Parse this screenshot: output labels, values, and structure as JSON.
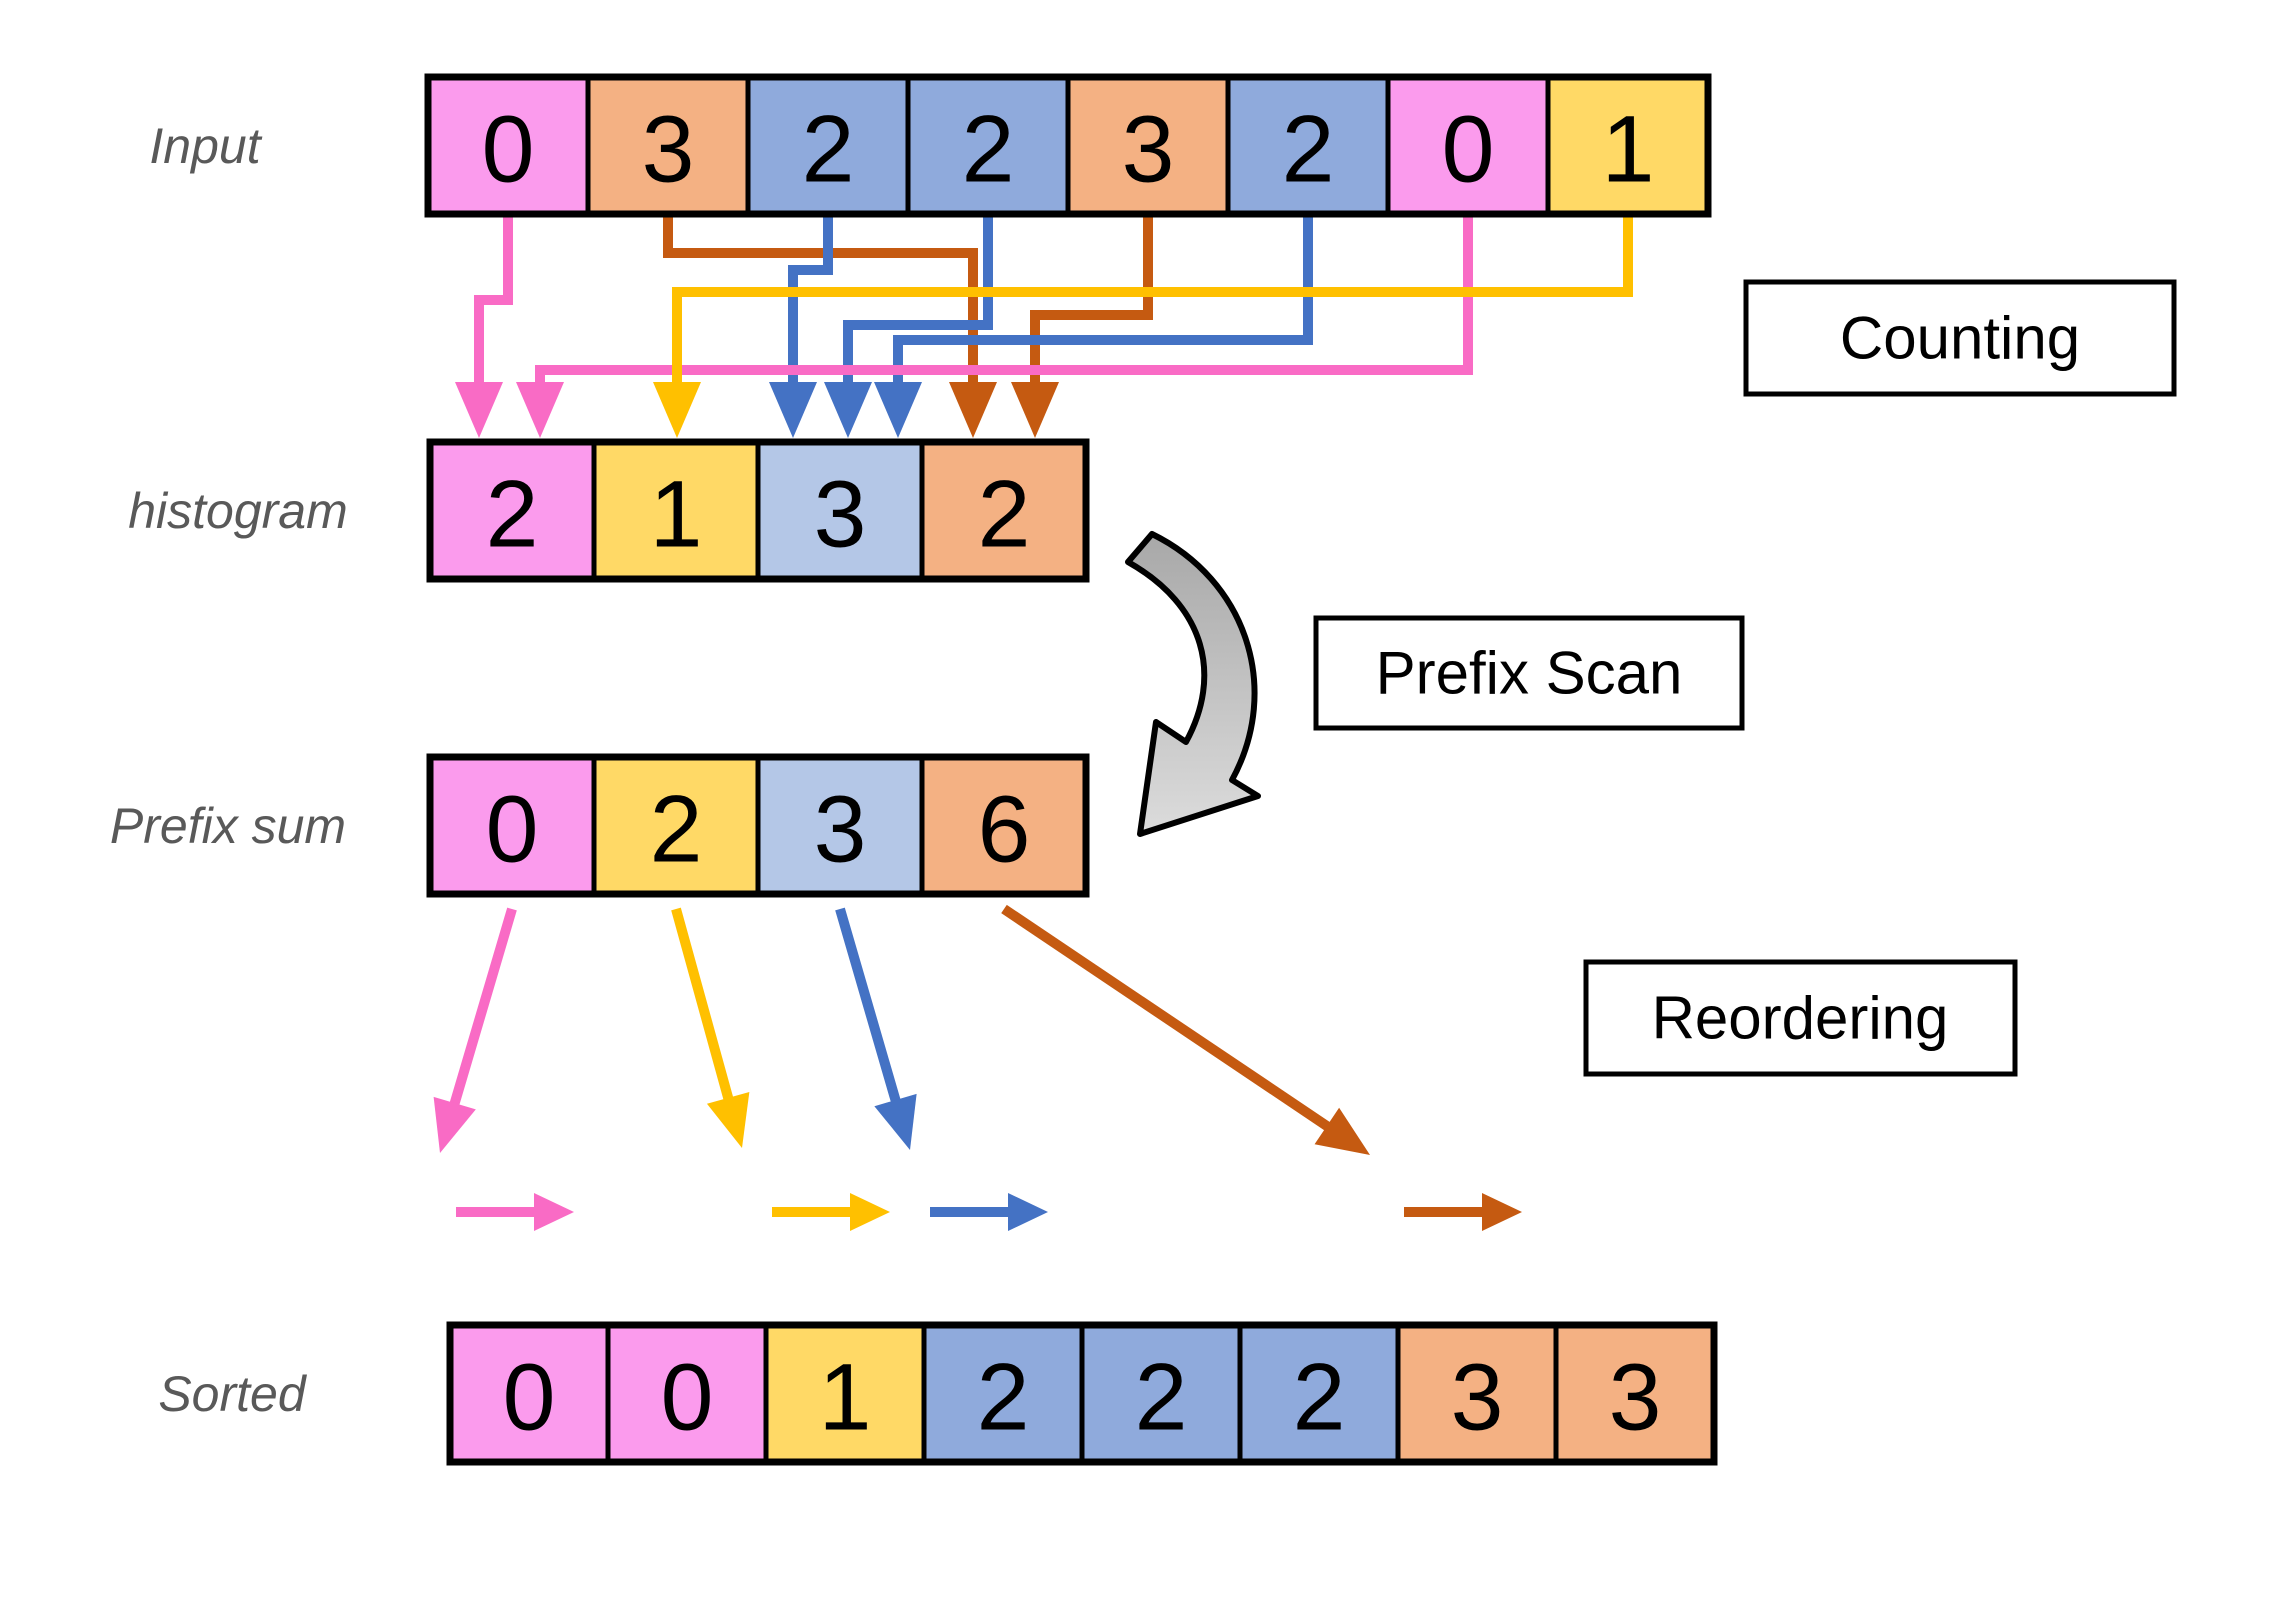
{
  "row_labels": {
    "input": "Input",
    "histogram": "histogram",
    "prefix_sum": "Prefix sum",
    "sorted": "Sorted"
  },
  "step_boxes": {
    "counting": "Counting",
    "prefix_scan": "Prefix Scan",
    "reordering": "Reordering"
  },
  "rows": {
    "input": {
      "values": [
        "0",
        "3",
        "2",
        "2",
        "3",
        "2",
        "0",
        "1"
      ],
      "colors": [
        "pink",
        "orange",
        "blue",
        "blue",
        "orange",
        "blue",
        "pink",
        "yellow"
      ]
    },
    "histogram": {
      "values": [
        "2",
        "1",
        "3",
        "2"
      ],
      "colors": [
        "pink",
        "yellow",
        "blue_light",
        "orange"
      ]
    },
    "prefix_sum": {
      "values": [
        "0",
        "2",
        "3",
        "6"
      ],
      "colors": [
        "pink",
        "yellow",
        "blue_light",
        "orange"
      ]
    },
    "sorted": {
      "values": [
        "0",
        "0",
        "1",
        "2",
        "2",
        "2",
        "3",
        "3"
      ],
      "colors": [
        "pink",
        "pink",
        "yellow",
        "blue",
        "blue",
        "blue",
        "orange",
        "orange"
      ]
    }
  },
  "palette": {
    "cell_pink": "#FB9BED",
    "cell_orange": "#F4B183",
    "cell_blue": "#8FAADC",
    "cell_blue_light": "#B4C7E7",
    "cell_yellow": "#FFD966",
    "arrow_pink": "#F96BC5",
    "arrow_yellow": "#FFC000",
    "arrow_blue": "#4472C4",
    "arrow_orange": "#C55A11",
    "label_gray": "#595959",
    "outline": "#000000",
    "curved_arrow_light": "#DCDCDC",
    "curved_arrow_dark": "#A8A8A8"
  }
}
